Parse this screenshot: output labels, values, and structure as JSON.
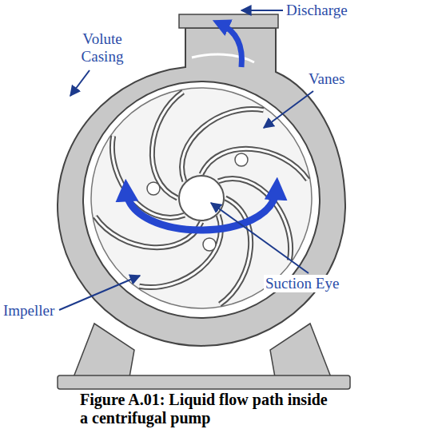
{
  "diagram": {
    "caption": "Figure A.01: Liquid flow path inside a centrifugal pump",
    "labels": [
      "Discharge",
      "Volute Casing",
      "Vanes",
      "Impeller",
      "Suction Eye"
    ]
  }
}
